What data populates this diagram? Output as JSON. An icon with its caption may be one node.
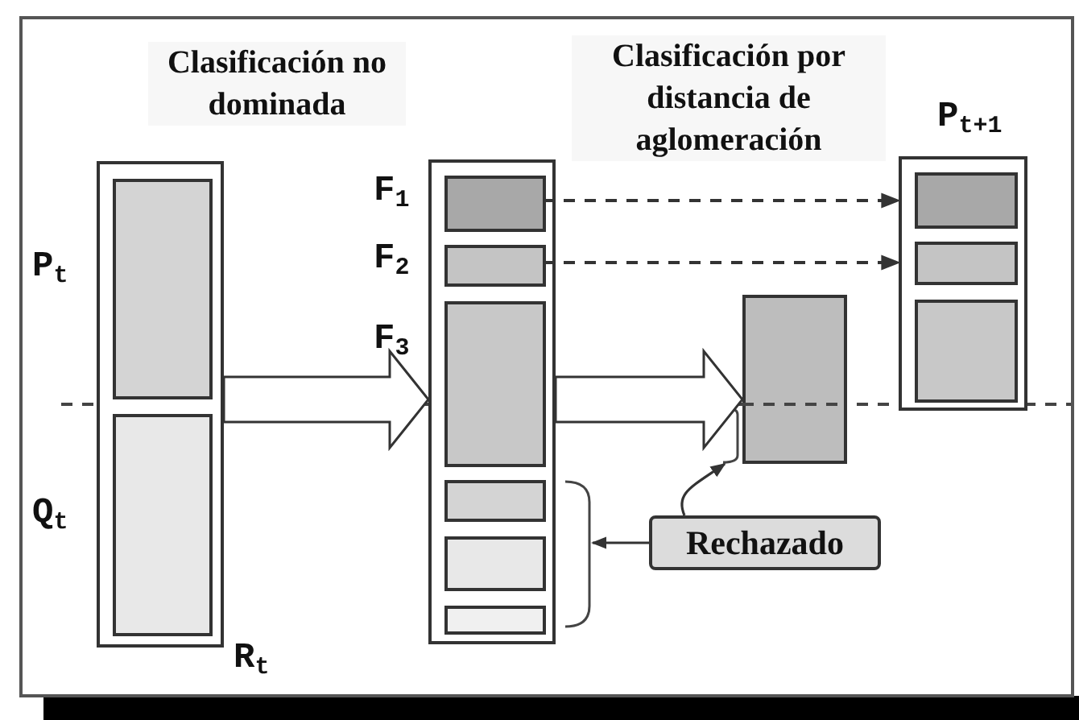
{
  "diagram": {
    "nodes": [
      {
        "text": [],
        "shape": "box",
        "beside": [
          "R$_{t}$"
        ]
      },
      {
        "text": [],
        "shape": "box",
        "in": 0,
        "beside": [
          "P$_{t}$"
        ]
      },
      {
        "text": [],
        "shape": "box",
        "in": 0,
        "beside": [
          "Q$_{t}$"
        ]
      },
      {
        "text": [],
        "shape": "box"
      },
      {
        "text": [],
        "shape": "box",
        "in": 3,
        "beside": [
          "F$_{1}$"
        ]
      },
      {
        "text": [],
        "shape": "box",
        "in": 3,
        "beside": [
          "F$_{2}$"
        ]
      },
      {
        "text": [],
        "shape": "box",
        "in": 3,
        "beside": [
          "F$_{3}$"
        ]
      },
      {
        "text": [],
        "shape": "box",
        "in": 3
      },
      {
        "text": [],
        "shape": "box",
        "in": 3
      },
      {
        "text": [],
        "shape": "box",
        "in": 3
      },
      {
        "text": [],
        "shape": "box"
      },
      {
        "text": [],
        "shape": "box",
        "beside": [
          "P$_{t+1}$"
        ]
      },
      {
        "text": [],
        "shape": "box",
        "in": 11
      },
      {
        "text": [],
        "shape": "box",
        "in": 11
      },
      {
        "text": [],
        "shape": "box",
        "in": 11
      },
      {
        "text": [
          "Rechazado"
        ]
      },
      {
        "text": [],
        "shape": "bracket"
      },
      {
        "text": [],
        "shape": "bracket"
      }
    ],
    "edges": [
      {
        "from": 0,
        "to": 3,
        "arrow": "to",
        "style": "thick"
      },
      {
        "from": 3,
        "to": 10,
        "arrow": "to",
        "style": "thick"
      },
      {
        "from": 4,
        "to": 11,
        "arrow": "to",
        "style": "dashed"
      },
      {
        "from": 5,
        "to": 11,
        "arrow": "to",
        "style": "dashed"
      },
      {
        "from": 15,
        "to": 16,
        "arrow": "to"
      },
      {
        "from": 15,
        "to": 17,
        "arrow": "to"
      }
    ],
    "labels": [
      "Clasificación no dominada",
      "Clasificación por distancia de aglomeración"
    ]
  }
}
